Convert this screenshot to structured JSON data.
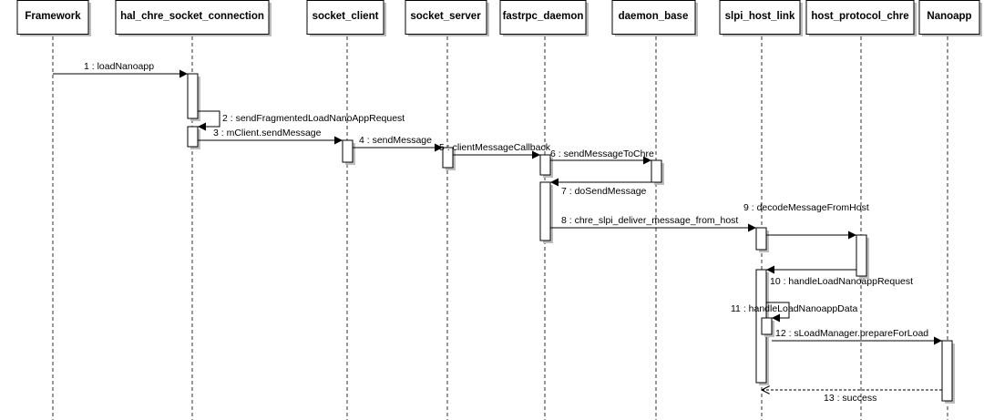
{
  "participants": [
    "Framework",
    "hal_chre_socket_connection",
    "socket_client",
    "socket_server",
    "fastrpc_daemon",
    "daemon_base",
    "slpi_host_link",
    "host_protocol_chre",
    "Nanoapp"
  ],
  "messages": [
    "1 : loadNanoapp",
    "2 : sendFragmentedLoadNanoAppRequest",
    "3 : mClient.sendMessage",
    "4 : sendMessage",
    "5 : clientMessageCallback",
    "6 : sendMessageToChre",
    "7 : doSendMessage",
    "8 : chre_slpi_deliver_message_from_host",
    "9 : decodeMessageFromHost",
    "10 : handleLoadNanoappRequest",
    "11 : handleLoadNanoappData",
    "12 : sLoadManager.prepareForLoad",
    "13 : success"
  ]
}
